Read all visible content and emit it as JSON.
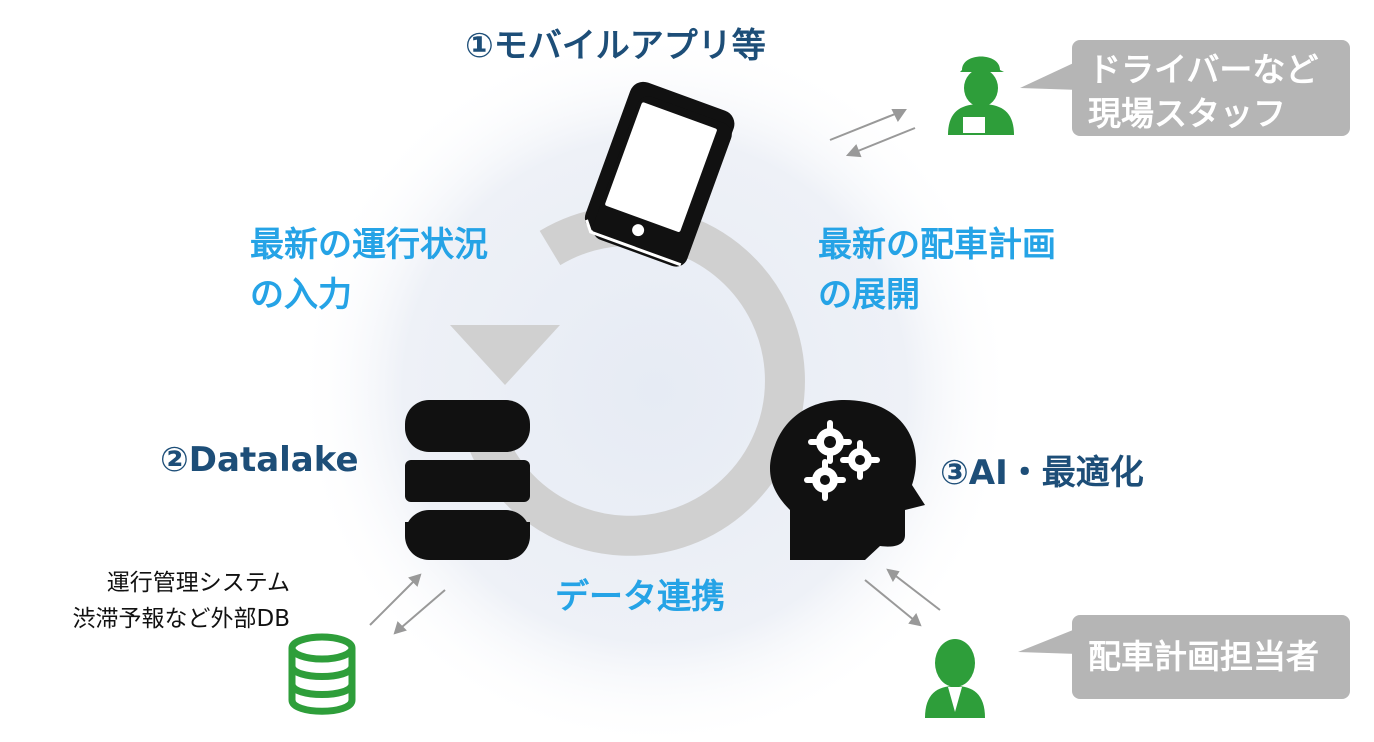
{
  "nodes": {
    "mobile": {
      "title": "①モバイルアプリ等"
    },
    "datalake": {
      "title": "②Datalake"
    },
    "ai": {
      "title": "③AI・最適化"
    }
  },
  "flows": {
    "left": [
      "最新の運行状況",
      "の入力"
    ],
    "right": [
      "最新の配車計画",
      "の展開"
    ],
    "bottom": "データ連携"
  },
  "external_db": [
    "運行管理システム",
    "渋滞予報など外部DB"
  ],
  "bubbles": {
    "driver": [
      "ドライバーなど",
      "現場スタッフ"
    ],
    "planner": "配車計画担当者"
  },
  "colors": {
    "title": "#1d4e78",
    "flow_text": "#25a3e6",
    "arrow": "#d0d0d0",
    "icon_dark": "#111111",
    "person_green": "#2e9e3a",
    "bubble": "#b5b5b5"
  },
  "icons": [
    "smartphone-icon",
    "database-icon",
    "ai-head-gear-icon",
    "driver-icon",
    "planner-icon",
    "external-db-icon"
  ]
}
